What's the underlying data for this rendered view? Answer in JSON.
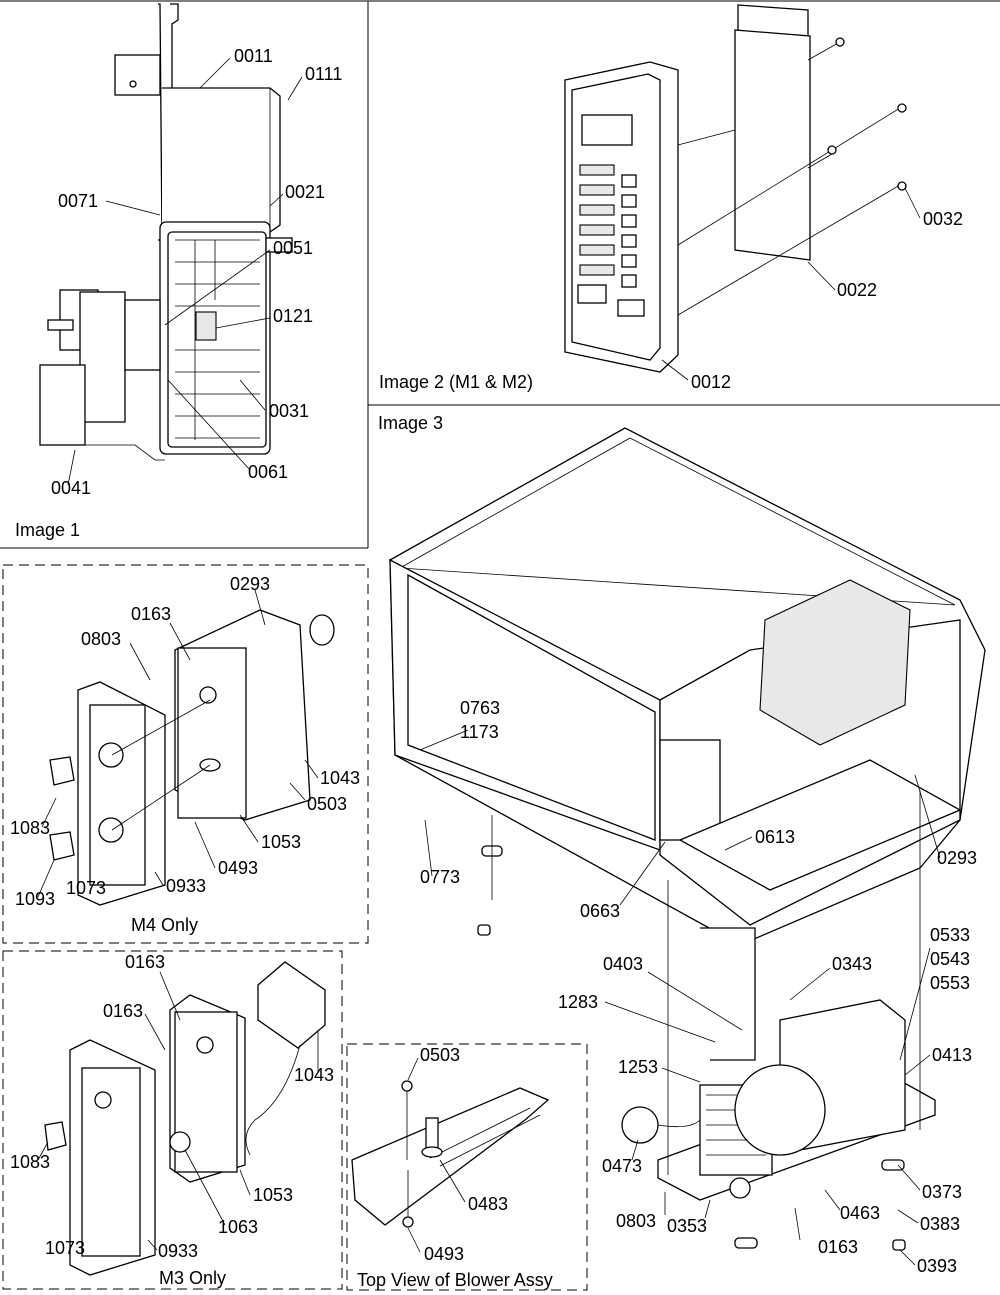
{
  "sections": {
    "image1": "Image 1",
    "image2": "Image 2 (M1 & M2)",
    "image3": "Image 3",
    "m4": "M4 Only",
    "m3": "M3 Only",
    "blower": "Top View of Blower Assy"
  },
  "labels": {
    "l0011": "0011",
    "l0111": "0111",
    "l0071": "0071",
    "l0021": "0021",
    "l0051": "0051",
    "l0121": "0121",
    "l0031": "0031",
    "l0061": "0061",
    "l0041": "0041",
    "l0032": "0032",
    "l0022": "0022",
    "l0012": "0012",
    "l0293a": "0293",
    "l0163a": "0163",
    "l0803a": "0803",
    "l1043a": "1043",
    "l0503a": "0503",
    "l1053a": "1053",
    "l0493a": "0493",
    "l1083a": "1083",
    "l1093": "1093",
    "l1073a": "1073",
    "l0933a": "0933",
    "l0163b": "0163",
    "l0163c": "0163",
    "l1043b": "1043",
    "l1083b": "1083",
    "l1053b": "1053",
    "l1063": "1063",
    "l1073b": "1073",
    "l0933b": "0933",
    "l0503b": "0503",
    "l0483": "0483",
    "l0493b": "0493",
    "l0763": "0763",
    "l1173": "1173",
    "l0773": "0773",
    "l0613": "0613",
    "l0293b": "0293",
    "l0663": "0663",
    "l0533": "0533",
    "l0543": "0543",
    "l0553": "0553",
    "l0403": "0403",
    "l0343": "0343",
    "l1283": "1283",
    "l0413": "0413",
    "l1253": "1253",
    "l0473": "0473",
    "l0373": "0373",
    "l0383": "0383",
    "l0393": "0393",
    "l0803b": "0803",
    "l0353": "0353",
    "l0163d": "0163",
    "l0463": "0463"
  }
}
